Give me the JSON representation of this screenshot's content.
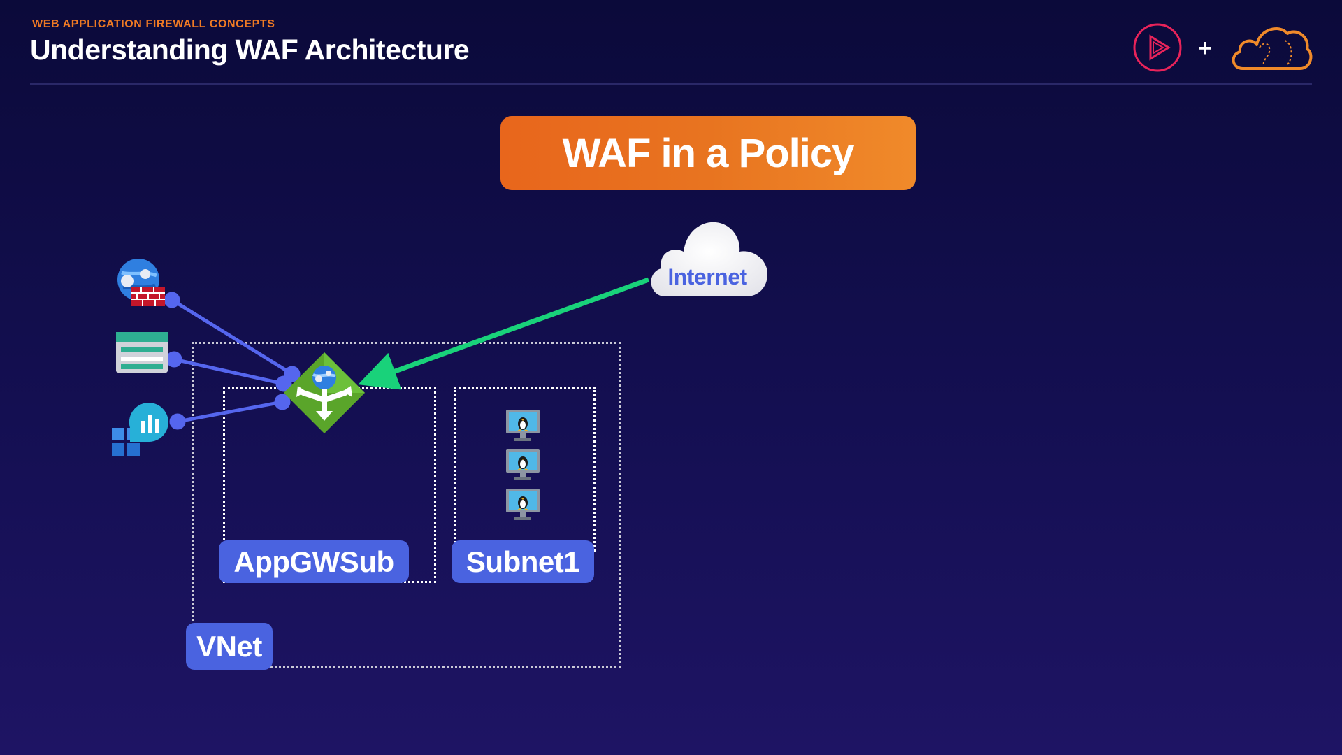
{
  "header": {
    "eyebrow": "WEB APPLICATION FIREWALL CONCEPTS",
    "title": "Understanding WAF Architecture",
    "plus": "+"
  },
  "banner": {
    "label": "WAF in a Policy"
  },
  "internet": {
    "label": "Internet"
  },
  "boxes": {
    "appgw_label": "AppGWSub",
    "subnet_label": "Subnet1",
    "vnet_label": "VNet"
  },
  "icons": {
    "left": [
      "web-app-firewall-icon",
      "storage-table-icon",
      "app-insights-icon"
    ],
    "gateway": "application-gateway-icon",
    "vms": [
      "linux-vm-icon",
      "linux-vm-icon",
      "linux-vm-icon"
    ]
  },
  "colors": {
    "accent_orange": "#e8661c",
    "label_blue": "#4a63e0",
    "internet_arrow": "#19d27a",
    "connector": "#5566ee",
    "gateway_green": "#5aa52a"
  }
}
